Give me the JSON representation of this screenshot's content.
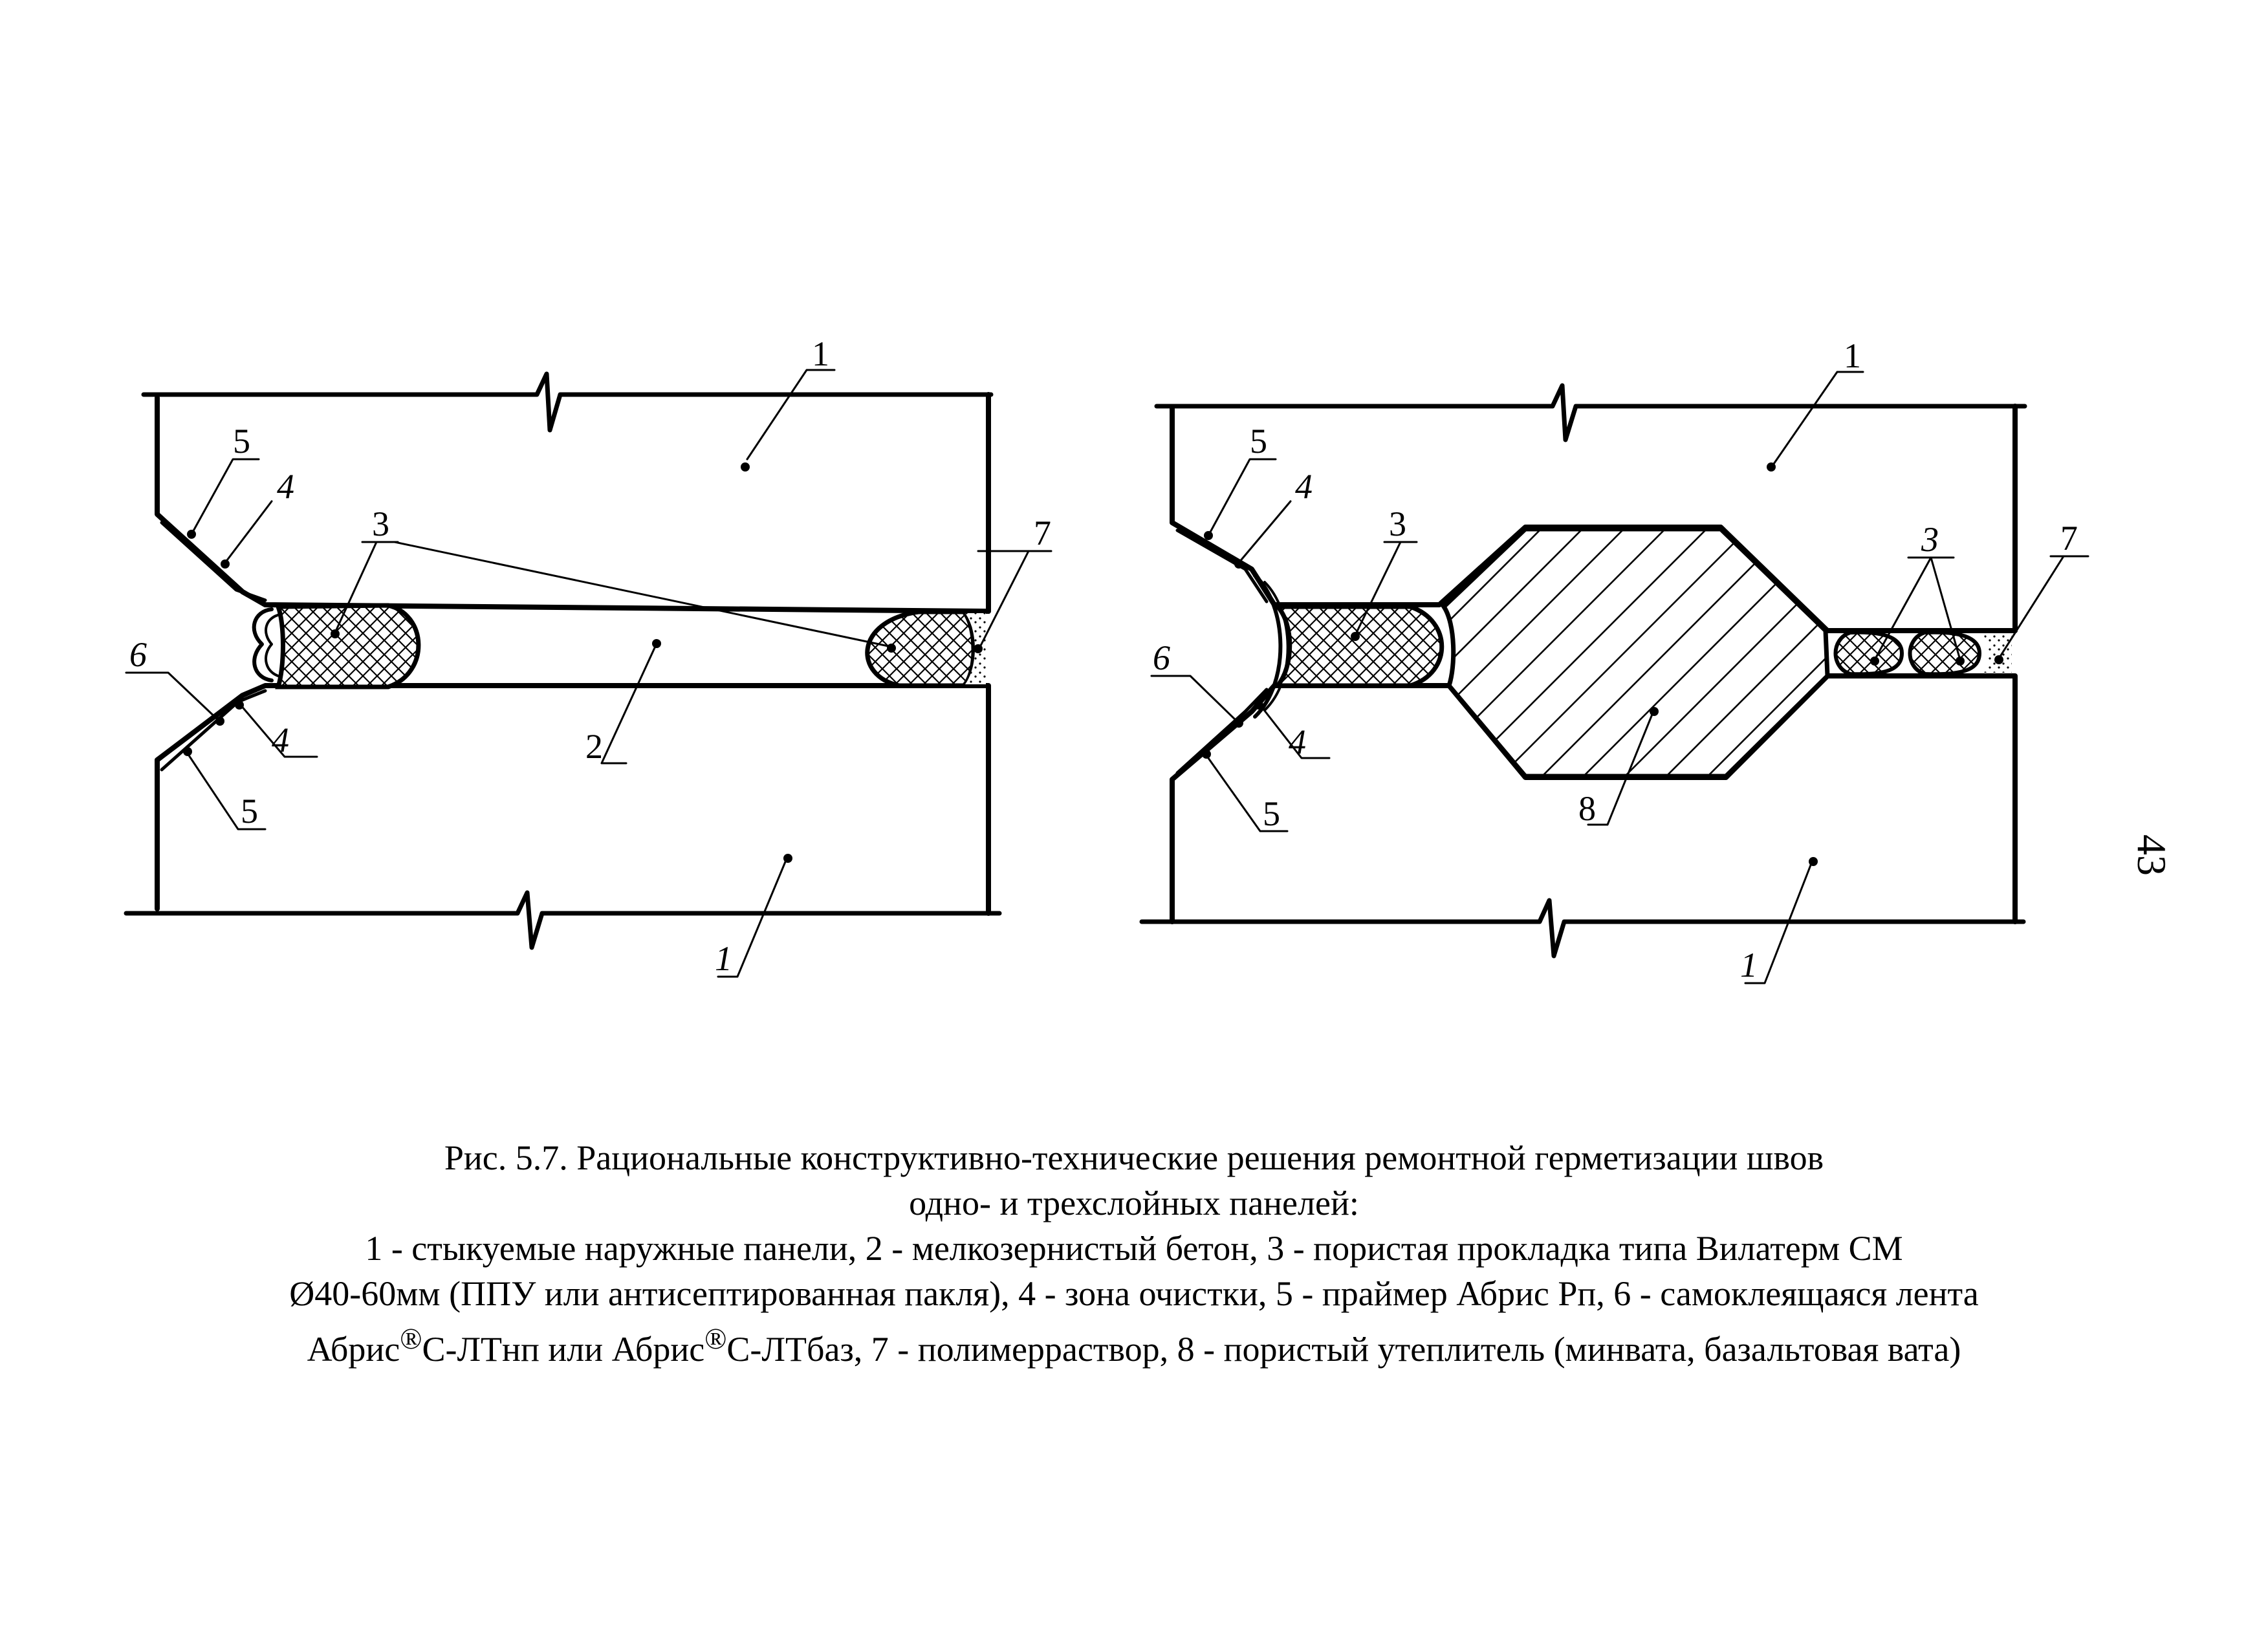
{
  "page": {
    "page_number": "43"
  },
  "caption": {
    "title": "Рис. 5.7. Рациональные конструктивно-технические решения ремонтной герметизации швов",
    "title_line2": "одно- и трехслойных панелей:",
    "legend_line1": "1 - стыкуемые наружные панели, 2 - мелкозернистый бетон, 3 - пористая прокладка типа Вилатерм СМ",
    "legend_line2_symbol": "Ø",
    "legend_line2": "40-60мм (ППУ или антисептированная пакля), 4 - зона очистки, 5 - праймер Абрис   Рп, 6 - самоклеящаяся лента",
    "legend_line3_a": "Абрис",
    "registered_mark": "®",
    "legend_line3_b": "С-ЛТнп или Абрис",
    "legend_line3_c": "С-ЛТбаз, 7 - полимерраствор, 8 - пористый утеплитель (минвата, базальтовая вата)"
  },
  "figure_left": {
    "labels": {
      "panel_top": "1",
      "primer_top": "5",
      "cleaning_top": "4",
      "gasket": "3",
      "polymer_mortar": "7",
      "tape": "6",
      "cleaning_bottom": "4",
      "concrete": "2",
      "primer_bottom": "5",
      "panel_bottom": "1"
    }
  },
  "figure_right": {
    "labels": {
      "panel_top": "1",
      "primer_top": "5",
      "cleaning_top": "4",
      "gasket_left": "3",
      "gasket_right": "3",
      "polymer_mortar": "7",
      "tape": "6",
      "cleaning_bottom": "4",
      "insulation": "8",
      "primer_bottom": "5",
      "panel_bottom": "1"
    }
  }
}
